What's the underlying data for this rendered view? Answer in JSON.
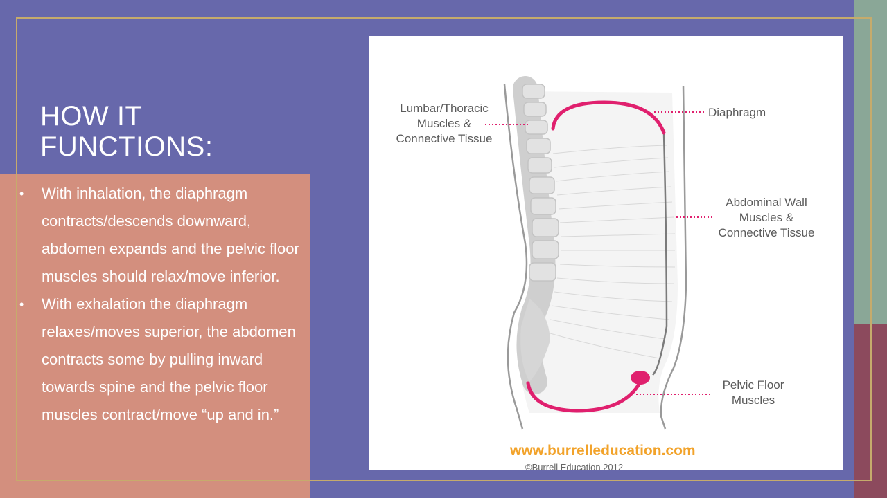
{
  "slide": {
    "title_line1": "HOW IT",
    "title_line2": "FUNCTIONS:",
    "bullets": [
      "With inhalation, the diaphragm contracts/descends downward, abdomen expands and the pelvic floor muscles should relax/move inferior.",
      "With exhalation the diaphragm relaxes/moves superior, the abdomen contracts some by pulling inward towards spine and the pelvic floor muscles contract/move “up and in.”"
    ],
    "colors": {
      "background": "#6768ab",
      "panel": "#d38f7e",
      "frame": "#c6ab6c",
      "muscle": "#e0206e"
    }
  },
  "figure": {
    "label_lumbar_1": "Lumbar/Thoracic",
    "label_lumbar_2": "Muscles &",
    "label_lumbar_3": "Connective Tissue",
    "label_diaphragm": "Diaphragm",
    "label_abdominal_1": "Abdominal Wall",
    "label_abdominal_2": "Muscles &",
    "label_abdominal_3": "Connective Tissue",
    "label_pelvic_1": "Pelvic Floor",
    "label_pelvic_2": "Muscles",
    "url": "www.burrelleducation.com",
    "copyright": "©Burrell Education 2012"
  }
}
